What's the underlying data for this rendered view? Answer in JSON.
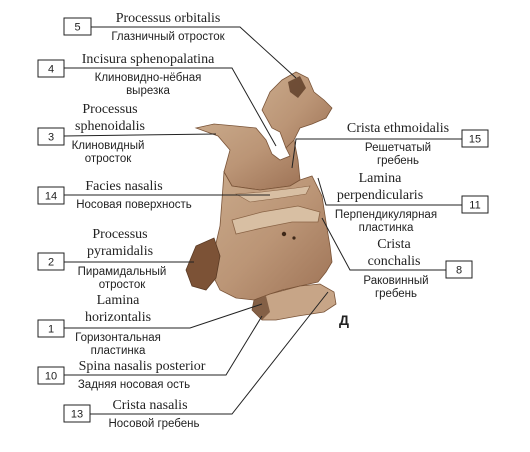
{
  "figure_letter": "Д",
  "labels": [
    {
      "id": "5",
      "latin": [
        "Processus orbitalis"
      ],
      "russian": [
        "Глазничный отросток"
      ]
    },
    {
      "id": "4",
      "latin": [
        "Incisura sphenopalatina"
      ],
      "russian": [
        "Клиновидно-нёбная",
        "вырезка"
      ]
    },
    {
      "id": "3",
      "latin": [
        "Processus",
        "sphenoidalis"
      ],
      "russian": [
        "Клиновидный",
        "отросток"
      ]
    },
    {
      "id": "14",
      "latin": [
        "Facies nasalis"
      ],
      "russian": [
        "Носовая поверхность"
      ]
    },
    {
      "id": "2",
      "latin": [
        "Processus",
        "pyramidalis"
      ],
      "russian": [
        "Пирамидальный",
        "отросток"
      ]
    },
    {
      "id": "1",
      "latin": [
        "Lamina",
        "horizontalis"
      ],
      "russian": [
        "Горизонтальная",
        "пластинка"
      ]
    },
    {
      "id": "10",
      "latin": [
        "Spina nasalis posterior"
      ],
      "russian": [
        "Задняя носовая ость"
      ]
    },
    {
      "id": "13",
      "latin": [
        "Crista nasalis"
      ],
      "russian": [
        "Носовой гребень"
      ]
    },
    {
      "id": "15",
      "latin": [
        "Crista ethmoidalis"
      ],
      "russian": [
        "Решетчатый",
        "гребень"
      ]
    },
    {
      "id": "11",
      "latin": [
        "Lamina",
        "perpendicularis"
      ],
      "russian": [
        "Перпендикулярная",
        "пластинка"
      ]
    },
    {
      "id": "8",
      "latin": [
        "Crista",
        "conchalis"
      ],
      "russian": [
        "Раковинный",
        "гребень"
      ]
    }
  ]
}
